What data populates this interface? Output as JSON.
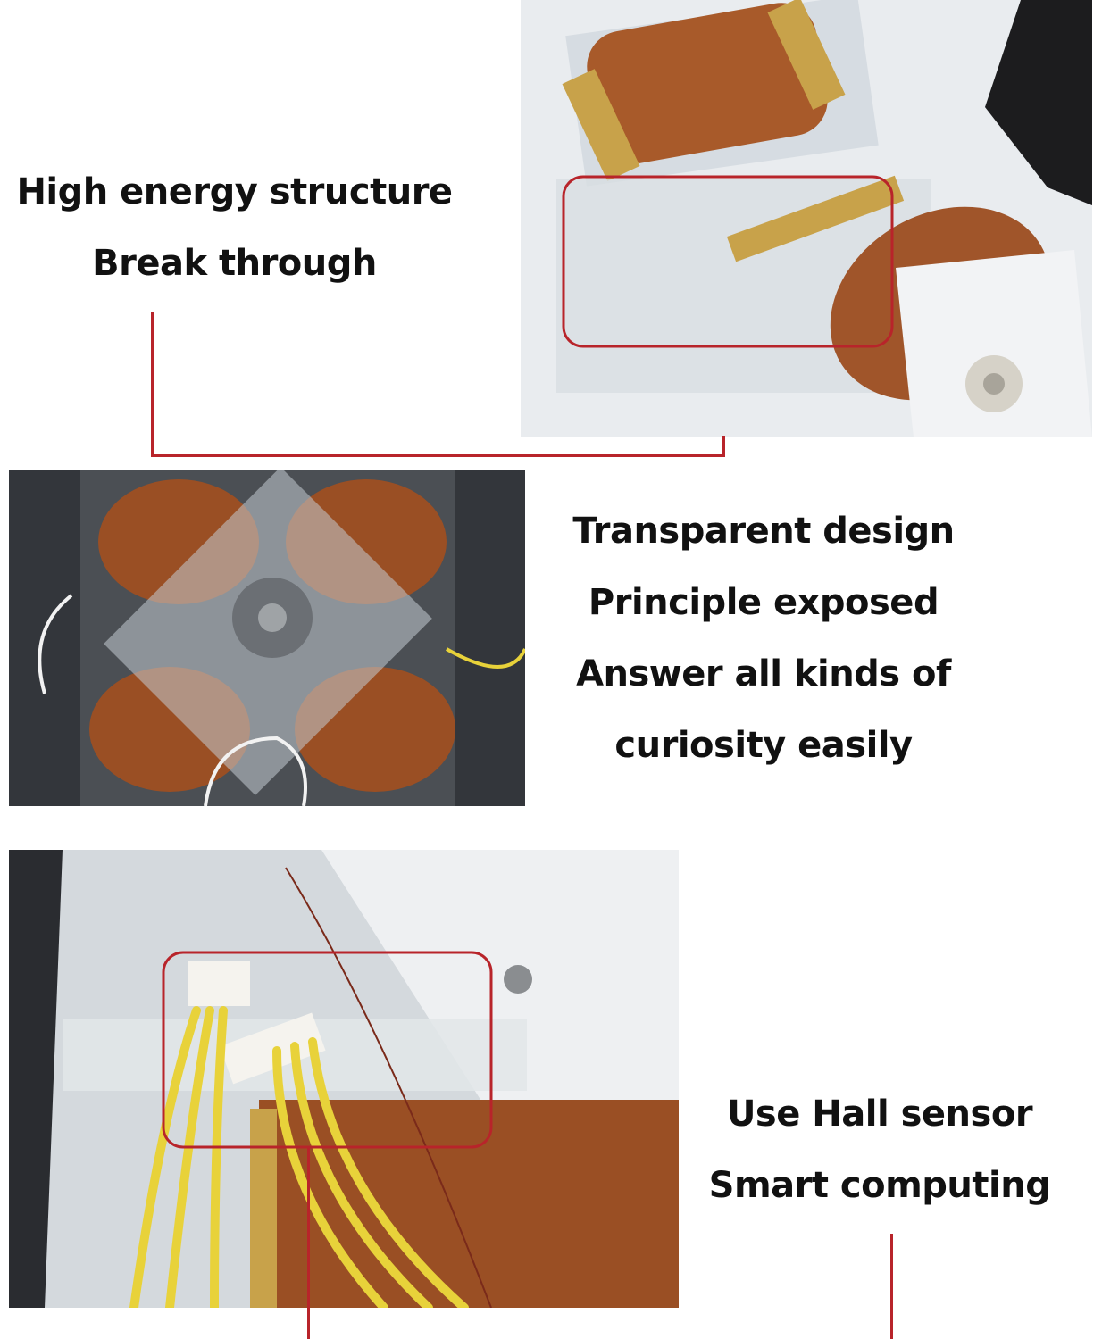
{
  "sections": [
    {
      "lines": [
        "High energy structure",
        "Break through"
      ]
    },
    {
      "lines": [
        "Transparent design",
        "Principle exposed",
        "Answer all kinds of",
        "curiosity easily"
      ]
    },
    {
      "lines": [
        "Use Hall sensor",
        "Smart computing"
      ]
    }
  ],
  "colors": {
    "accent": "#b8242a",
    "copper": "#b0602a",
    "wire": "#e8d23a"
  }
}
